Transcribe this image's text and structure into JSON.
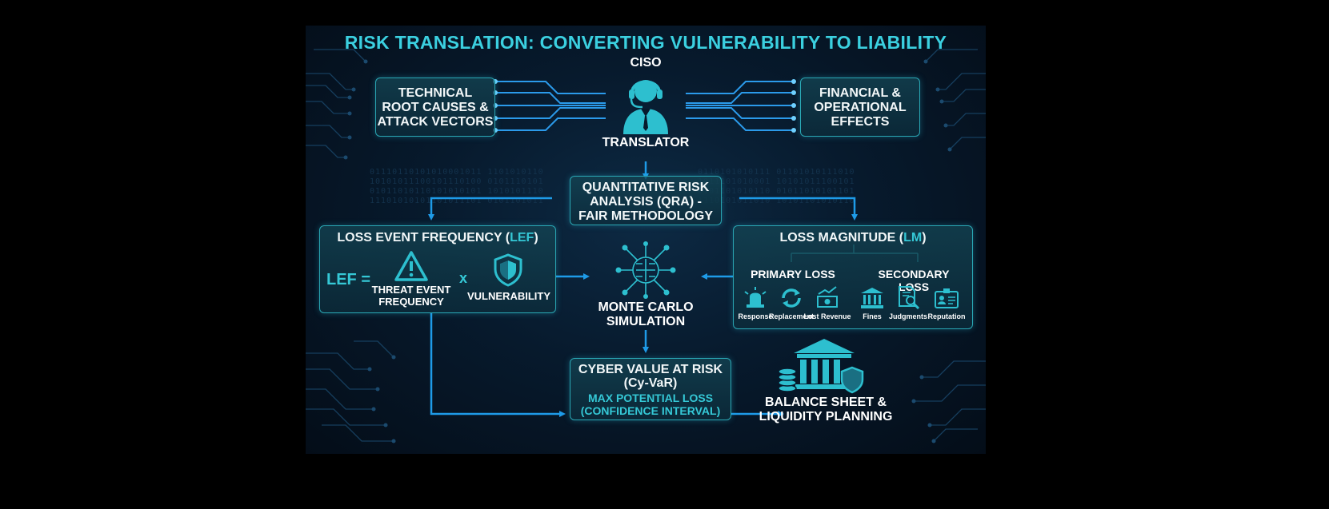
{
  "title": "RISK TRANSLATION: CONVERTING VULNERABILITY TO LIABILITY",
  "ciso": {
    "top_label": "CISO",
    "bottom_label": "TRANSLATOR",
    "icon": "headset-person-icon"
  },
  "technical_box": {
    "lines": [
      "TECHNICAL",
      "ROOT CAUSES &",
      "ATTACK VECTORS"
    ]
  },
  "financial_box": {
    "lines": [
      "FINANCIAL &",
      "OPERATIONAL",
      "EFFECTS"
    ]
  },
  "qra_box": {
    "lines": [
      "QUANTITATIVE RISK",
      "ANALYSIS (QRA) -",
      "FAIR METHODOLOGY"
    ]
  },
  "lef_box": {
    "title_prefix": "LOSS EVENT FREQUENCY (",
    "title_abbr": "LEF",
    "title_suffix": ")",
    "formula_left": "LEF =",
    "threat_lines": [
      "THREAT EVENT",
      "FREQUENCY"
    ],
    "times": "x",
    "vulnerability": "VULNERABILITY",
    "threat_icon": "warning-triangle-icon",
    "vulnerability_icon": "shield-icon"
  },
  "lm_box": {
    "title_prefix": "LOSS MAGNITUDE (",
    "title_abbr": "LM",
    "title_suffix": ")",
    "primary": "PRIMARY LOSS",
    "secondary": "SECONDARY LOSS",
    "items": [
      {
        "label": "Response",
        "icon": "alarm-siren-icon"
      },
      {
        "label": "Replacement",
        "icon": "refresh-icon"
      },
      {
        "label": "Lost Revenue",
        "icon": "revenue-chart-icon"
      },
      {
        "label": "Fines",
        "icon": "courthouse-icon"
      },
      {
        "label": "Judgments",
        "icon": "document-magnifier-icon"
      },
      {
        "label": "Reputation",
        "icon": "id-card-icon"
      }
    ]
  },
  "monte_carlo": {
    "lines": [
      "MONTE CARLO",
      "SIMULATION"
    ],
    "icon": "neural-network-icon"
  },
  "cyvar_box": {
    "lines": [
      "CYBER VALUE AT RISK",
      "(Cy-VaR)"
    ],
    "sub_lines": [
      "MAX POTENTIAL LOSS",
      "(CONFIDENCE INTERVAL)"
    ]
  },
  "balance": {
    "lines": [
      "BALANCE SHEET &",
      "LIQUIDITY PLANNING"
    ],
    "icon": "bank-coins-shield-icon"
  },
  "colors": {
    "accent": "#35c8d6",
    "box_border": "#2aa7b4",
    "arrow": "#1e9be8",
    "background": "#071a2d"
  }
}
